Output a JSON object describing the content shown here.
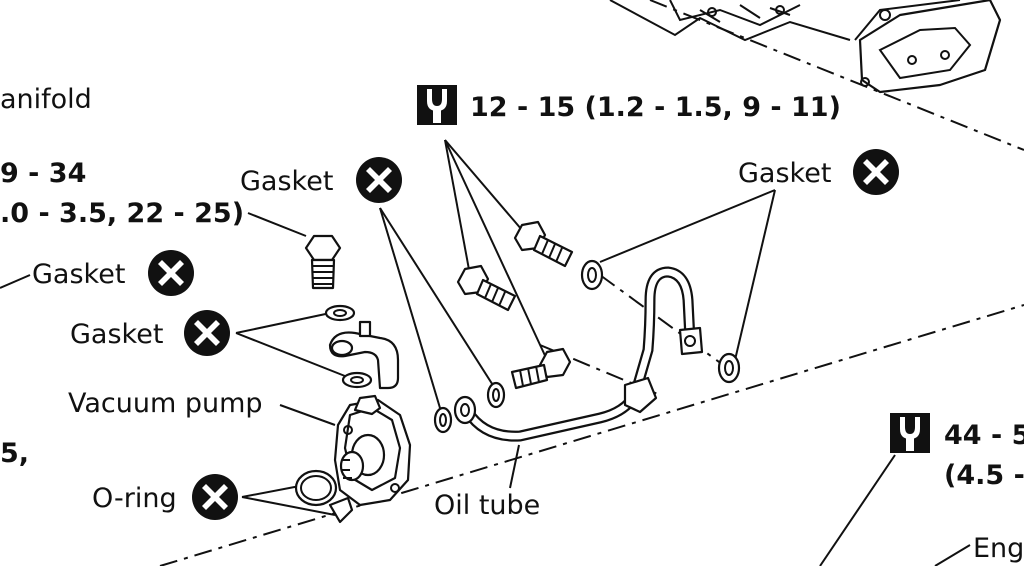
{
  "labels": {
    "manifold_partial": "anifold",
    "torque_left_line1": "9 - 34",
    "torque_left_line2": ".0 - 3.5, 22 - 25)",
    "gasket_bolt": "Gasket",
    "gasket_left": "Gasket",
    "gasket_fitting": "Gasket",
    "gasket_right": "Gasket",
    "torque_top": "12 - 15 (1.2 - 1.5, 9 - 11)",
    "vacuum_pump": "Vacuum pump",
    "torque_left_partial": "5,",
    "o_ring": "O-ring",
    "oil_tube": "Oil tube",
    "torque_right_line1": "44 - 5",
    "torque_right_line2": "(4.5 -",
    "engine_partial": "Eng"
  },
  "icons": {
    "replace": "x-circle-icon",
    "torque": "wrench-icon"
  }
}
